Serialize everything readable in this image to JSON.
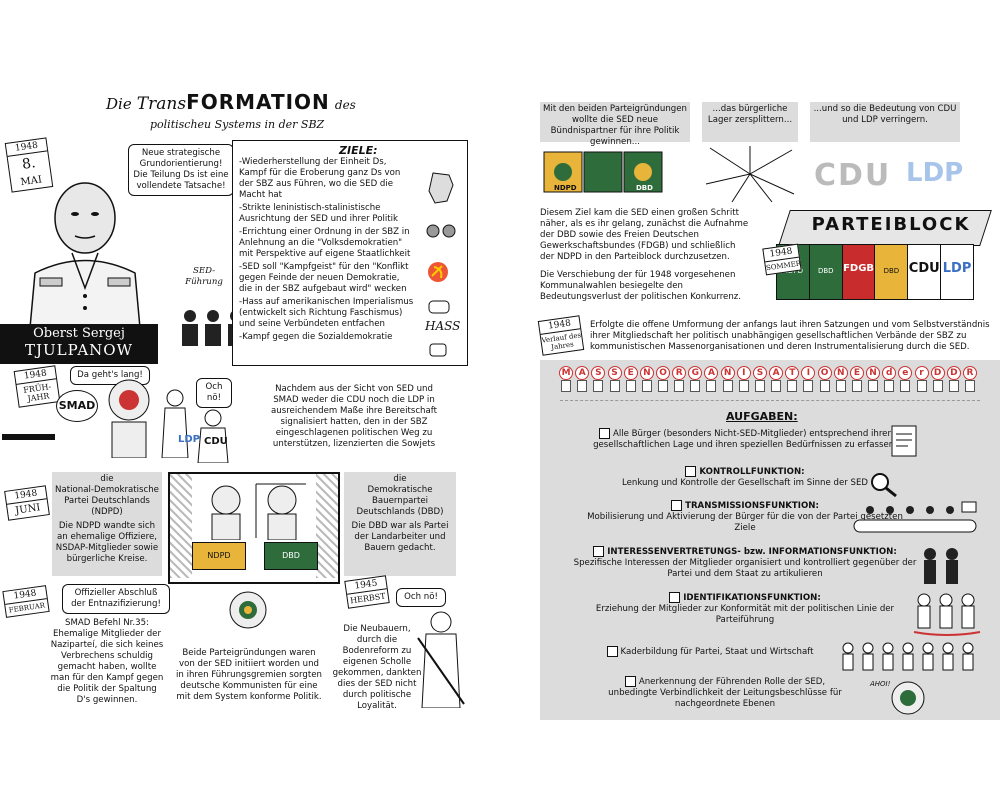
{
  "left": {
    "title": {
      "die": "Die",
      "trans": "Trans",
      "formation": "FORMATION",
      "des": "des",
      "subtitle": "politischeu Systems in der SBZ"
    },
    "calendar_1": {
      "year": "1948",
      "day": "8.",
      "month": "MAI"
    },
    "bubble_1": "Neue strategische Grundorientierung! Die Teilung Ds ist eine vollendete Tatsache!",
    "sed_label": "SED-Führung",
    "person_name_1": "Oberst Sergej",
    "person_name_2": "TJULPANOW",
    "goals": {
      "heading": "ZIELE:",
      "items": [
        "-Wiederherstellung der Einheit Ds, Kampf für die Eroberung ganz Ds von der SBZ aus Führen, wo die SED die Macht hat",
        "-Strikte leninistisch-stalinistische Ausrichtung der SED und ihrer Politik",
        "-Errichtung einer Ordnung in der SBZ in Anlehnung an die \"Volksdemokratien\" mit Perspektive auf eigene Staatlichkeit",
        "-SED soll \"Kampfgeist\" für den \"Konflikt gegen Feinde der neuen Demokratie, die in der SBZ aufgebaut wird\" wecken",
        "-Hass auf amerikanischen Imperialismus (entwickelt sich Richtung Faschismus) und seine Verbündeten entfachen",
        "-Kampf gegen die Sozialdemokratie"
      ],
      "hass_label": "HASS"
    },
    "calendar_2": {
      "year": "1948",
      "month": "FRÜH-JAHR"
    },
    "bubble_dagehts": "Da geht's lang!",
    "smad_label": "SMAD",
    "bubble_ochno1": "Och nö!",
    "ldp_label": "LDP",
    "cdu_label": "CDU",
    "para_1": "Nachdem aus der Sicht von SED und SMAD weder die CDU noch die LDP in ausreichendem Maße ihre Bereitschaft signalisiert hatten, den in der SBZ eingeschlagenen politischen Weg zu unterstützen, lizenzierten die Sowjets",
    "calendar_3": {
      "year": "1948",
      "month": "JUNI"
    },
    "ndpd_box": {
      "die": "die",
      "name": "National-Demokratische Partei Deutschlands (NDPD)",
      "text": "Die NDPD wandte sich an ehemalige Offiziere, NSDAP-Mitglieder sowie bürgerliche Kreise."
    },
    "dbd_box": {
      "die": "die",
      "name": "Demokratische Bauernpartei Deutschlands (DBD)",
      "text": "Die DBD war als Partei der Landarbeiter und Bauern gedacht."
    },
    "ndpd_sign": "NDPD",
    "dbd_sign": "DBD",
    "calendar_4": {
      "year": "1948",
      "month": "FEBRUAR"
    },
    "bubble_abschluss": "Offizieller Abschluß der Entnazifizierung!",
    "smad_befehl": "SMAD Befehl Nr.35: Ehemalige Mitglieder der Naziparteí, die sich keines Verbrechens schuldig gemacht haben, wollte man für den Kampf gegen die Politik der Spaltung D's gewinnen.",
    "para_2": "Beide Parteigründungen waren von der SED initiiert worden und in ihren Führungsgremien sorgten deutsche Kommunisten für eine mit dem System konforme Politik.",
    "calendar_5": {
      "year": "1945",
      "month": "HERBST"
    },
    "bubble_ochno2": "Och nö!",
    "para_3": "Die Neubauern, durch die Bodenreform zu eigenen Scholle gekommen, dankten dies der SED nicht durch politische Loyalität."
  },
  "right": {
    "panel_1": "Mit den beiden Parteigründungen wollte die SED neue Bündnispartner für ihre Politik gewinnen...",
    "panel_2": "...das bürgerliche Lager zersplittern...",
    "panel_3": "...und so die Bedeutung von CDU und LDP verringern.",
    "puzzle_labels": [
      "NDPD",
      "DBD"
    ],
    "cdu_big": "CDU",
    "ldp_big": "LDP",
    "para_1": "Diesem Ziel kam die SED einen großen Schritt näher, als es ihr gelang, zunächst die Aufnahme der DBD sowie des Freien Deutschen Gewerkschaftsbundes (FDGB) und schließlich der NDPD in den Parteiblock durchzusetzen.",
    "para_2": "Die Verschiebung der für 1948 vorgesehenen Kommunalwahlen besiegelte den Bedeutungsverlust der politischen Konkurrenz.",
    "block_title": "PARTEIBLOCK",
    "block_calendar": {
      "year": "1948",
      "month": "SOMMER"
    },
    "block_parties": [
      "NDPD",
      "DBD",
      "FDGB",
      "DBD",
      "CDU",
      "LDP"
    ],
    "calendar_verlauf": {
      "year": "1948",
      "month": "Verlauf des Jahres"
    },
    "para_3": "Erfolgte die offene Umformung der anfangs laut ihren Satzungen und vom Selbstverständnis ihrer Mitgliedschaft her politisch unabhängigen gesellschaftlichen Verbände der SBZ zu kommunistischen Massenorganisationen und deren Instrumentalisierung durch die SED.",
    "massen_letters": [
      "M",
      "A",
      "S",
      "S",
      "E",
      "N",
      "O",
      "R",
      "G",
      "A",
      "N",
      "I",
      "S",
      "A",
      "T",
      "I",
      "O",
      "N",
      "E",
      "N",
      "d",
      "e",
      "r",
      "D",
      "D",
      "R"
    ],
    "aufgaben_title": "AUFGABEN:",
    "tasks": [
      {
        "heading": "",
        "text": "Alle Bürger (besonders Nicht-SED-Mitglieder) entsprechend ihrer gesellschaftlichen Lage und ihren speziellen Bedürfnissen zu erfassen."
      },
      {
        "heading": "KONTROLLFUNKTION:",
        "text": "Lenkung und Kontrolle der Gesellschaft im Sinne der SED"
      },
      {
        "heading": "TRANSMISSIONSFUNKTION:",
        "text": "Mobilisierung und Aktivierung der Bürger für die von der Partei gesetzten Ziele"
      },
      {
        "heading": "INTERESSENVERTRETUNGS- bzw. INFORMATIONSFUNKTION:",
        "text": "Spezifische Interessen der Mitglieder organisiert und kontrolliert gegenüber der Partei und dem Staat zu artikulieren"
      },
      {
        "heading": "IDENTIFIKATIONSFUNKTION:",
        "text": "Erziehung der Mitglieder zur Konformität mit der politischen Linie der Parteiführung"
      },
      {
        "heading": "",
        "text": "Kaderbildung für Partei, Staat und Wirtschaft"
      },
      {
        "heading": "",
        "text": "Anerkennung der Führenden Rolle der SED, unbedingte Verbindlichkeit der Leitungsbeschlüsse für nachgeordnete Ebenen"
      }
    ],
    "ahoi_label": "AHOI!"
  }
}
